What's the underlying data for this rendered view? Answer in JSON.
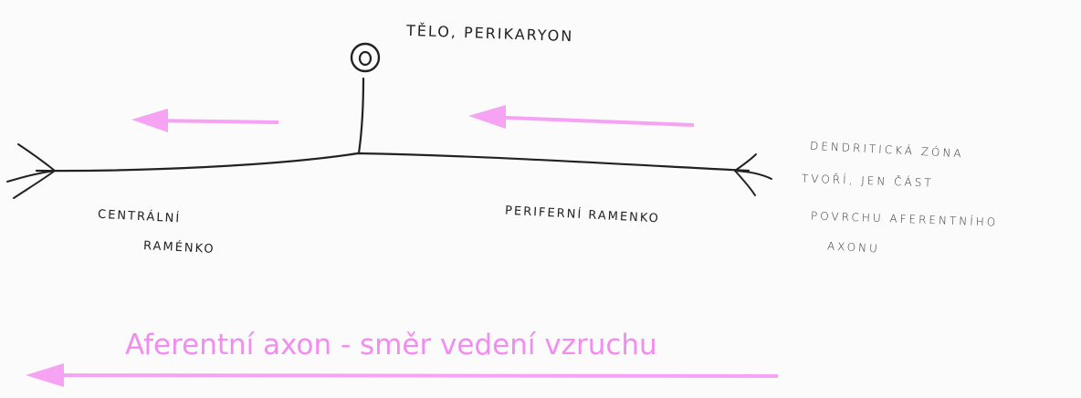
{
  "colors": {
    "ink": "#222222",
    "arrow": "#f5a3f2",
    "caption": "#f38cf0",
    "background": "#fbfbfb"
  },
  "labels": {
    "body": "TĚLO, PERIKARYON",
    "central_line1": "CENTRÁLNÍ",
    "central_line2": "RAMÉNKO",
    "peripheral": "PERIFERNÍ RAMENKO",
    "dendritic_line1": "DENDRITICKÁ ZÓNA",
    "dendritic_line2": "TVOŘÍ, JEN ČÁST",
    "dendritic_line3": "POVRCHU AFERENTNÍHO",
    "dendritic_line4": "AXONU"
  },
  "caption": "Aferentní axon - směr vedení vzruchu",
  "arrows": [
    {
      "name": "central-arrow",
      "direction": "left"
    },
    {
      "name": "peripheral-arrow",
      "direction": "left"
    },
    {
      "name": "caption-arrow",
      "direction": "left"
    }
  ]
}
